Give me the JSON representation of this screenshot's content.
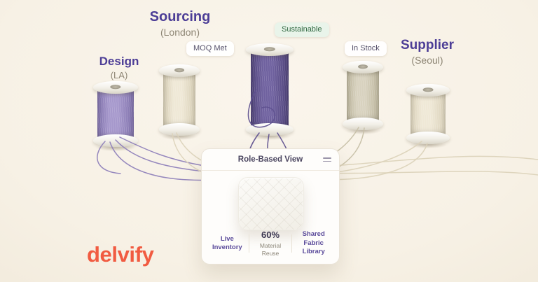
{
  "brand": {
    "logo_text": "delvify"
  },
  "nodes": [
    {
      "title": "Design",
      "subtitle": "(LA)"
    },
    {
      "title": "Sourcing",
      "subtitle": "(London)"
    },
    {
      "title": "Supplier",
      "subtitle": "(Seoul)"
    }
  ],
  "badges": [
    {
      "label": "MOQ Met"
    },
    {
      "label": "Sustainable"
    },
    {
      "label": "In Stock"
    }
  ],
  "card": {
    "title": "Role-Based View",
    "stats": [
      {
        "label": "Live Inventory"
      },
      {
        "value": "60%",
        "label": "Material Reuse"
      },
      {
        "label": "Shared Fabric Library"
      }
    ]
  },
  "colors": {
    "background": "#faf5ec",
    "accent_purple": "#4c3d96",
    "subtitle_gray": "#8d8574",
    "chip_text": "#55506a",
    "badge_green_bg": "#e9f4ea",
    "badge_green_text": "#316942",
    "card_title": "#4b4660",
    "stat_purple": "#5a4a9a",
    "stat_value": "#3a3550",
    "stat_sub": "#8b8577",
    "thread_purple_light": "#8f81bb",
    "thread_purple_dark": "#5f5190",
    "thread_cream": "#dcd3bb",
    "thread_sage": "#c7c0a8",
    "logo_coral": "#f15b41"
  }
}
